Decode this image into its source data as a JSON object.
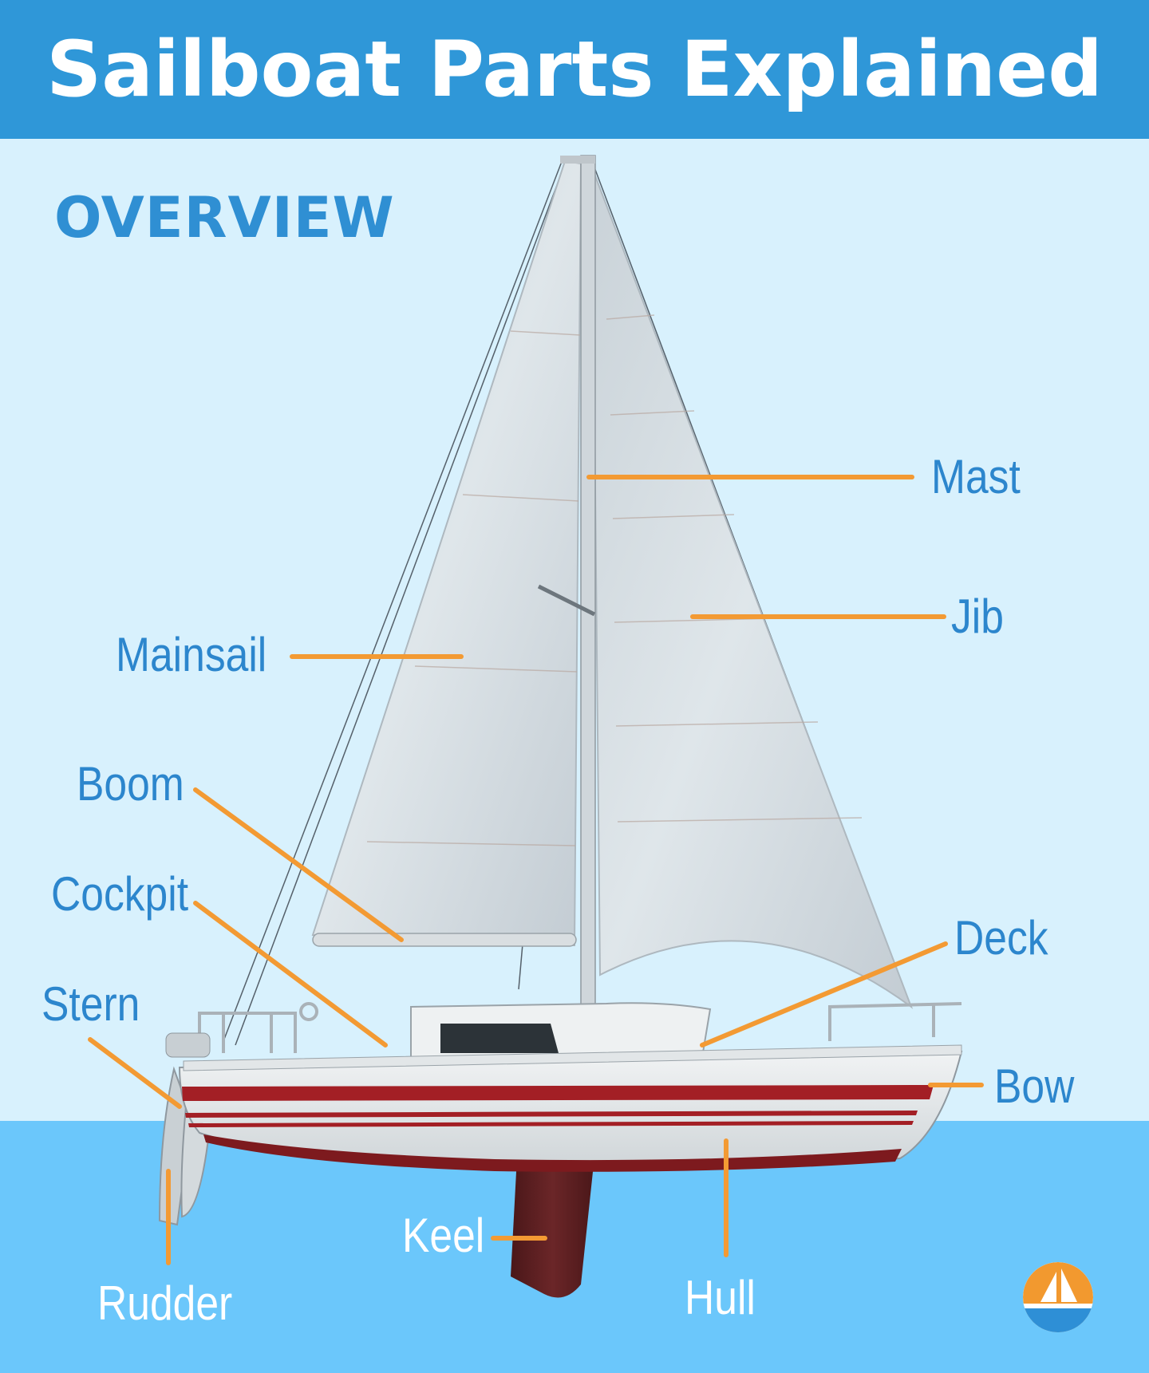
{
  "header": {
    "title": "Sailboat Parts Explained"
  },
  "subtitle": "OVERVIEW",
  "colors": {
    "header_bg": "#2f97d8",
    "sky": "#d8f1fd",
    "water": "#6bc7fb",
    "leader": "#f39a33",
    "label_blue": "#2c86cd",
    "hull_stripe": "#a31f25",
    "keel": "#5a1f22"
  },
  "labels": {
    "mast": "Mast",
    "jib": "Jib",
    "mainsail": "Mainsail",
    "boom": "Boom",
    "cockpit": "Cockpit",
    "deck": "Deck",
    "stern": "Stern",
    "bow": "Bow",
    "keel": "Keel",
    "hull": "Hull",
    "rudder": "Rudder"
  },
  "icons": {
    "logo": "sailboat-logo-icon"
  }
}
